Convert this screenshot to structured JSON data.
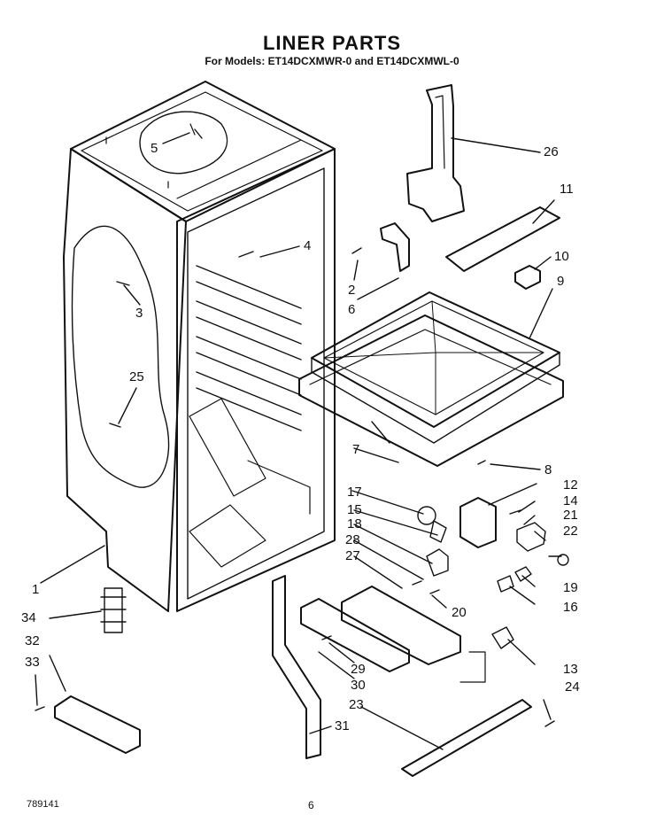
{
  "header": {
    "title": "LINER PARTS",
    "subtitle": "For Models: ET14DCXMWR-0 and ET14DCXMWL-0"
  },
  "callouts": [
    {
      "id": "c1",
      "label": "1"
    },
    {
      "id": "c2",
      "label": "2"
    },
    {
      "id": "c3",
      "label": "3"
    },
    {
      "id": "c4",
      "label": "4"
    },
    {
      "id": "c5",
      "label": "5"
    },
    {
      "id": "c6",
      "label": "6"
    },
    {
      "id": "c7",
      "label": "7"
    },
    {
      "id": "c8",
      "label": "8"
    },
    {
      "id": "c9",
      "label": "9"
    },
    {
      "id": "c10",
      "label": "10"
    },
    {
      "id": "c11",
      "label": "11"
    },
    {
      "id": "c12",
      "label": "12"
    },
    {
      "id": "c13",
      "label": "13"
    },
    {
      "id": "c14",
      "label": "14"
    },
    {
      "id": "c15",
      "label": "15"
    },
    {
      "id": "c16",
      "label": "16"
    },
    {
      "id": "c17",
      "label": "17"
    },
    {
      "id": "c18",
      "label": "18"
    },
    {
      "id": "c19",
      "label": "19"
    },
    {
      "id": "c20",
      "label": "20"
    },
    {
      "id": "c21",
      "label": "21"
    },
    {
      "id": "c22",
      "label": "22"
    },
    {
      "id": "c23",
      "label": "23"
    },
    {
      "id": "c24",
      "label": "24"
    },
    {
      "id": "c25",
      "label": "25"
    },
    {
      "id": "c26",
      "label": "26"
    },
    {
      "id": "c27",
      "label": "27"
    },
    {
      "id": "c28",
      "label": "28"
    },
    {
      "id": "c29",
      "label": "29"
    },
    {
      "id": "c30",
      "label": "30"
    },
    {
      "id": "c31",
      "label": "31"
    },
    {
      "id": "c32",
      "label": "32"
    },
    {
      "id": "c33",
      "label": "33"
    },
    {
      "id": "c34",
      "label": "34"
    }
  ],
  "footer": {
    "code": "789141",
    "page": "6"
  }
}
